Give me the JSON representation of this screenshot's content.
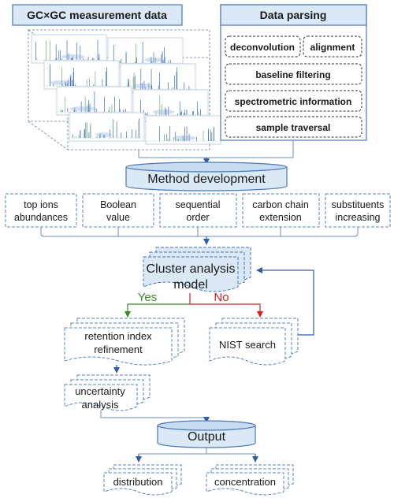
{
  "colors": {
    "box_fill": "#dbe8f6",
    "box_stroke": "#4a78b8",
    "dashed_stroke": "#5a86c4",
    "connector": "#6a8cc0",
    "arrow": "#2f5fa8",
    "yes": "#3a8a2a",
    "no": "#d42020",
    "text": "#1a1a1a"
  },
  "measurement": {
    "title": "GC×GC measurement data"
  },
  "parsing": {
    "title": "Data parsing",
    "items": [
      "deconvolution",
      "alignment",
      "baseline filtering",
      "spectrometric information",
      "sample traversal"
    ]
  },
  "method": {
    "label": "Method development",
    "features": [
      [
        "top ions",
        "abundances"
      ],
      [
        "Boolean",
        "value"
      ],
      [
        "sequential",
        "order"
      ],
      [
        "carbon chain",
        "extension"
      ],
      [
        "substituents",
        "increasing"
      ]
    ]
  },
  "cluster": {
    "lines": [
      "Cluster analysis",
      "model"
    ]
  },
  "decision": {
    "yes": "Yes",
    "no": "No"
  },
  "retention": {
    "lines": [
      "retention index",
      "refinement"
    ]
  },
  "nist": {
    "label": "NIST search"
  },
  "uncertainty": {
    "lines": [
      "uncertainty",
      "analysis"
    ]
  },
  "output": {
    "label": "Output",
    "items": [
      "distribution",
      "concentration"
    ]
  }
}
